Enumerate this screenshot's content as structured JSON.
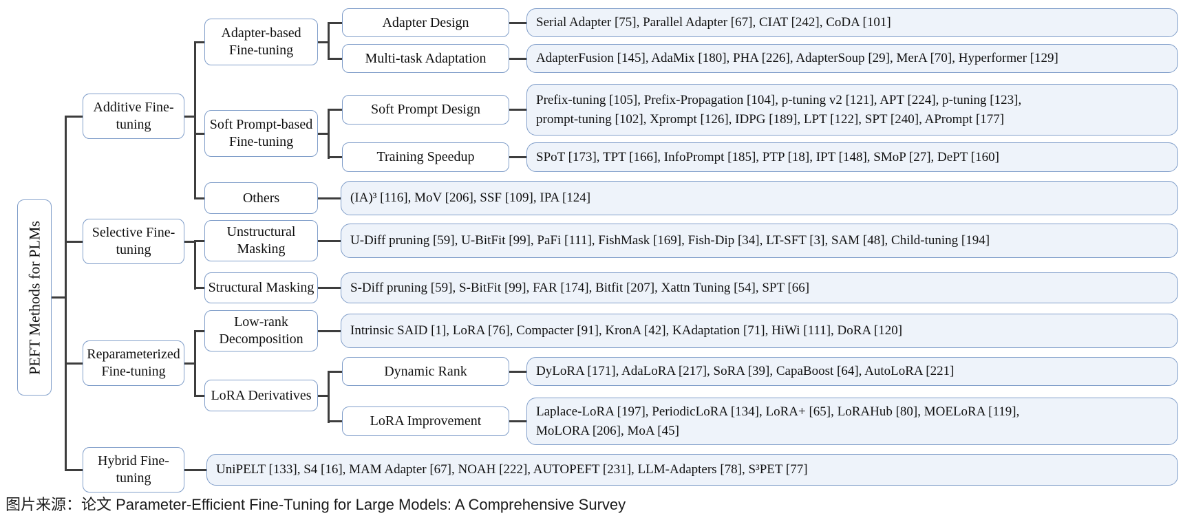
{
  "colors": {
    "box_border": "#7f9dc9",
    "leaf_fill": "#eef3fa",
    "connector_line": "#3d3d3d",
    "background": "#ffffff"
  },
  "caption": "图片来源：论文 Parameter-Efficient Fine-Tuning for Large Models: A Comprehensive Survey",
  "taxonomy": {
    "root": "PEFT Methods for PLMs",
    "additive": {
      "label": "Additive Fine-tuning",
      "adapter": {
        "label": "Adapter-based Fine-tuning",
        "design": {
          "label": "Adapter Design",
          "refs": "Serial Adapter  [75], Parallel Adapter [67], CIAT [242], CoDA [101]"
        },
        "multitask": {
          "label": "Multi-task Adaptation",
          "refs": "AdapterFusion [145], AdaMix [180], PHA [226], AdapterSoup [29], MerA [70], Hyperformer [129]"
        }
      },
      "softprompt": {
        "label": "Soft Prompt-based Fine-tuning",
        "design": {
          "label": "Soft Prompt Design",
          "refs": "Prefix-tuning [105], Prefix-Propagation [104], p-tuning v2 [121], APT [224], p-tuning [123],\nprompt-tuning [102], Xprompt [126], IDPG [189], LPT [122], SPT [240], APrompt [177]"
        },
        "speedup": {
          "label": "Training Speedup",
          "refs": "SPoT [173], TPT [166], InfoPrompt [185], PTP [18], IPT [148], SMoP [27], DePT [160]"
        }
      },
      "others": {
        "label": "Others",
        "refs": "(IA)³ [116], MoV [206], SSF [109], IPA [124]"
      }
    },
    "selective": {
      "label": "Selective Fine-tuning",
      "unstructural": {
        "label": "Unstructural Masking",
        "refs": "U-Diff pruning [59], U-BitFit [99], PaFi [111], FishMask [169], Fish-Dip [34], LT-SFT [3], SAM [48], Child-tuning [194]"
      },
      "structural": {
        "label": "Structural Masking",
        "refs": "S-Diff pruning [59], S-BitFit [99], FAR [174], Bitfit [207], Xattn Tuning [54], SPT [66]"
      }
    },
    "reparameterized": {
      "label": "Reparameterized Fine-tuning",
      "lowrank": {
        "label": "Low-rank Decomposition",
        "refs": "Intrinsic SAID [1], LoRA [76], Compacter [91], KronA [42], KAdaptation [71], HiWi [111], DoRA [120]"
      },
      "lora": {
        "label": "LoRA Derivatives",
        "dynamic": {
          "label": "Dynamic Rank",
          "refs": "DyLoRA [171], AdaLoRA [217], SoRA [39], CapaBoost [64], AutoLoRA [221]"
        },
        "improvement": {
          "label": "LoRA Improvement",
          "refs": "Laplace-LoRA [197], PeriodicLoRA [134], LoRA+ [65],  LoRAHub [80], MOELoRA [119],\nMoLORA [206], MoA [45]"
        }
      }
    },
    "hybrid": {
      "label": "Hybrid Fine-tuning",
      "refs": "UniPELT [133], S4 [16], MAM Adapter [67], NOAH [222], AUTOPEFT [231], LLM-Adapters [78], S³PET [77]"
    }
  }
}
